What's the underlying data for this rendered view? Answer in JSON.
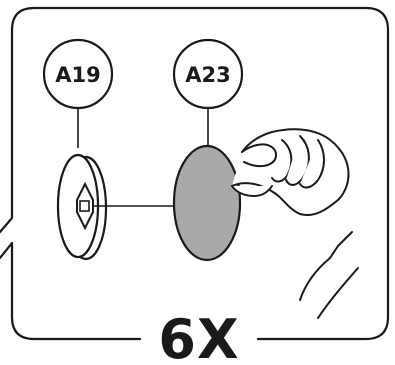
{
  "diagram": {
    "parts": [
      {
        "id": "A19",
        "label": "A19",
        "icon": "circular-disc-with-diamond-marker"
      },
      {
        "id": "A23",
        "label": "A23",
        "icon": "grey-adhesive-pad"
      }
    ],
    "quantity": "6X",
    "icons": {
      "hand": "hand-holding-pad-icon",
      "link": "connector-line"
    },
    "colors": {
      "stroke": "#1a1a1a",
      "pad_fill": "#a9a9a9",
      "background": "#ffffff"
    }
  }
}
